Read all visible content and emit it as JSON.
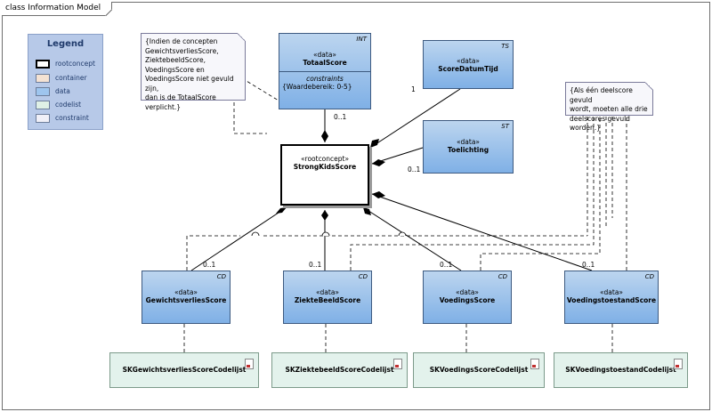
{
  "frame": {
    "title": "class Information Model"
  },
  "legend": {
    "title": "Legend",
    "items": [
      {
        "label": "rootconcept",
        "color": "#ffffff"
      },
      {
        "label": "container",
        "color": "#f4e2d3"
      },
      {
        "label": "data",
        "color": "#9ec5ee"
      },
      {
        "label": "codelist",
        "color": "#dff0e6"
      },
      {
        "label": "constraint",
        "color": "#f0f0f8"
      }
    ]
  },
  "root": {
    "stereotype": "«rootconcept»",
    "name": "StrongKidsScore"
  },
  "classes": {
    "totaal": {
      "stereotype": "«data»",
      "name": "TotaalScore",
      "type": "INT",
      "section": "constraints",
      "constraint": "{Waardebereik: 0-5}"
    },
    "scoredatum": {
      "stereotype": "«data»",
      "name": "ScoreDatumTijd",
      "type": "TS"
    },
    "toelichting": {
      "stereotype": "«data»",
      "name": "Toelichting",
      "type": "ST"
    },
    "gewichts": {
      "stereotype": "«data»",
      "name": "GewichtsverliesScore",
      "type": "CD"
    },
    "ziekte": {
      "stereotype": "«data»",
      "name": "ZiekteBeeldScore",
      "type": "CD"
    },
    "voedings": {
      "stereotype": "«data»",
      "name": "VoedingsScore",
      "type": "CD"
    },
    "voedingstoestand": {
      "stereotype": "«data»",
      "name": "VoedingstoestandScore",
      "type": "CD"
    }
  },
  "codelists": {
    "gewichts": "SKGewichtsverliesScoreCodelijst",
    "ziekte": "SKZiektebeeldScoreCodelijst",
    "voedings": "SKVoedingsScoreCodelijst",
    "voedingstoestand": "SKVoedingstoestandCodelijst"
  },
  "notes": {
    "left": [
      "{Indien de concepten",
      "GewichtsverliesScore,",
      "ZiektebeeldScore,",
      "VoedingsScore en",
      "VoedingsScore niet gevuld zijn,",
      "dan is de TotaalScore verplicht.}"
    ],
    "right": [
      "{Als één deelscore gevuld",
      "wordt, moeten alle drie",
      "deelscores gevuld worden.}"
    ]
  },
  "multiplicities": {
    "totaal": "0..1",
    "scoredatum": "1",
    "toelichting": "0..1",
    "gewichts": "0..1",
    "ziekte": "0..1",
    "voedings": "0..1",
    "voedingstoestand": "0..1"
  }
}
